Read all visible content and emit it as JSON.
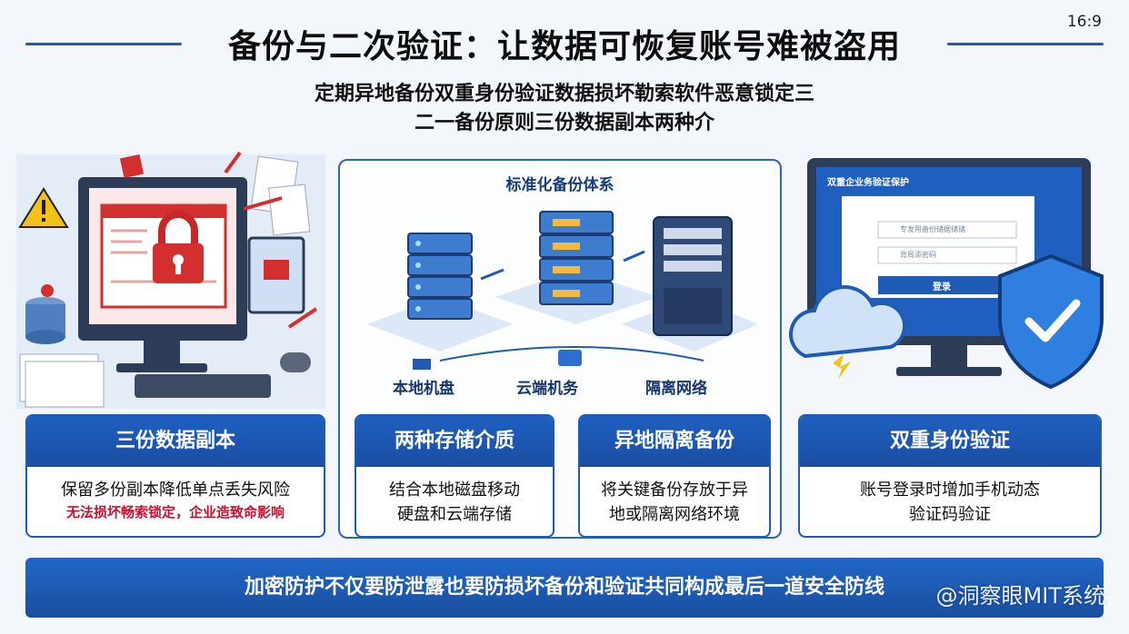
{
  "aspect_label": "16:9",
  "title": "备份与二次验证：让数据可恢复账号难被盗用",
  "subtitle_line1": "定期异地备份双重身份验证数据损坏勒索软件恶意锁定三",
  "subtitle_line2": "二一备份原则三份数据副本两种介",
  "middle_panel": {
    "title": "标准化备份体系",
    "labels": [
      "本地机盘",
      "云端机务",
      "隔离网络"
    ]
  },
  "login_screen": {
    "header": "双重企业务验证保护",
    "field1_placeholder": "专发用备份储据储储",
    "field2_placeholder": "背局添密码",
    "button": "登录"
  },
  "cards": [
    {
      "title": "三份数据副本",
      "body": "保留多份副本降低单点丢失风险",
      "note": "无法损坏畅索锁定，企业造致命影响"
    },
    {
      "title": "两种存储介质",
      "body": "结合本地磁盘移动\n硬盘和云端存储"
    },
    {
      "title": "异地隔离备份",
      "body": "将关键备份存放于异\n地或隔离网络环境"
    },
    {
      "title": "双重身份验证",
      "body": "账号登录时增加手机动态\n验证码验证"
    }
  ],
  "banner": "加密防护不仅要防泄露也要防损坏备份和验证共同构成最后一道安全防线",
  "watermark": "@洞察眼MIT系统",
  "colors": {
    "primary": "#1f5bb5",
    "alert": "#e03a3a",
    "warning": "#f2c21b"
  }
}
